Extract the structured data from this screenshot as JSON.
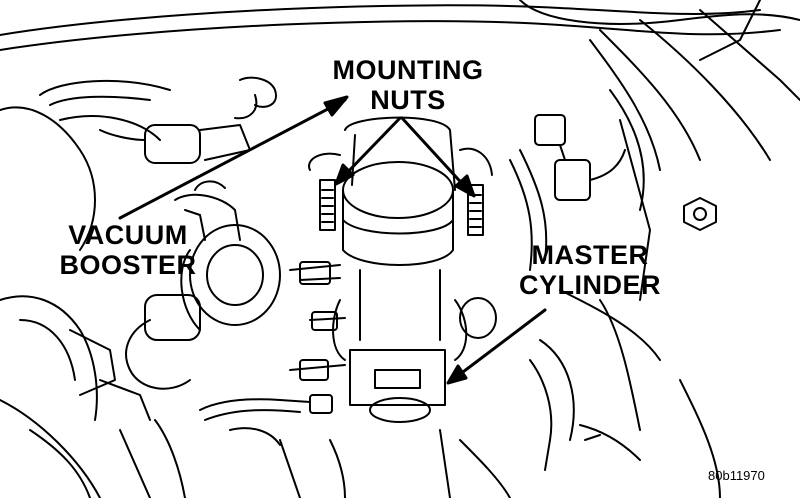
{
  "labels": {
    "mounting_nuts_line1": "MOUNTING",
    "mounting_nuts_line2": "NUTS",
    "vacuum_booster_line1": "VACUUM",
    "vacuum_booster_line2": "BOOSTER",
    "master_cylinder_line1": "MASTER",
    "master_cylinder_line2": "CYLINDER"
  },
  "figure_code": "80b11970",
  "colors": {
    "line": "#000000",
    "background": "#ffffff"
  }
}
